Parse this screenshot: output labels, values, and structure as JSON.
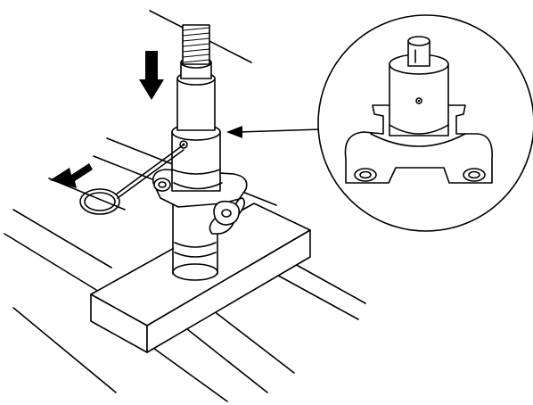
{
  "figure": {
    "view": "tensioner-pin-installation",
    "arrow_indicators": [
      "press-down-arrow",
      "insert-pin-arrow",
      "detail-callout-arrow"
    ],
    "detail_view": "upper-flange-and-guide-hole-detail",
    "colors": {
      "line": "#000000",
      "background": "#ffffff"
    }
  }
}
